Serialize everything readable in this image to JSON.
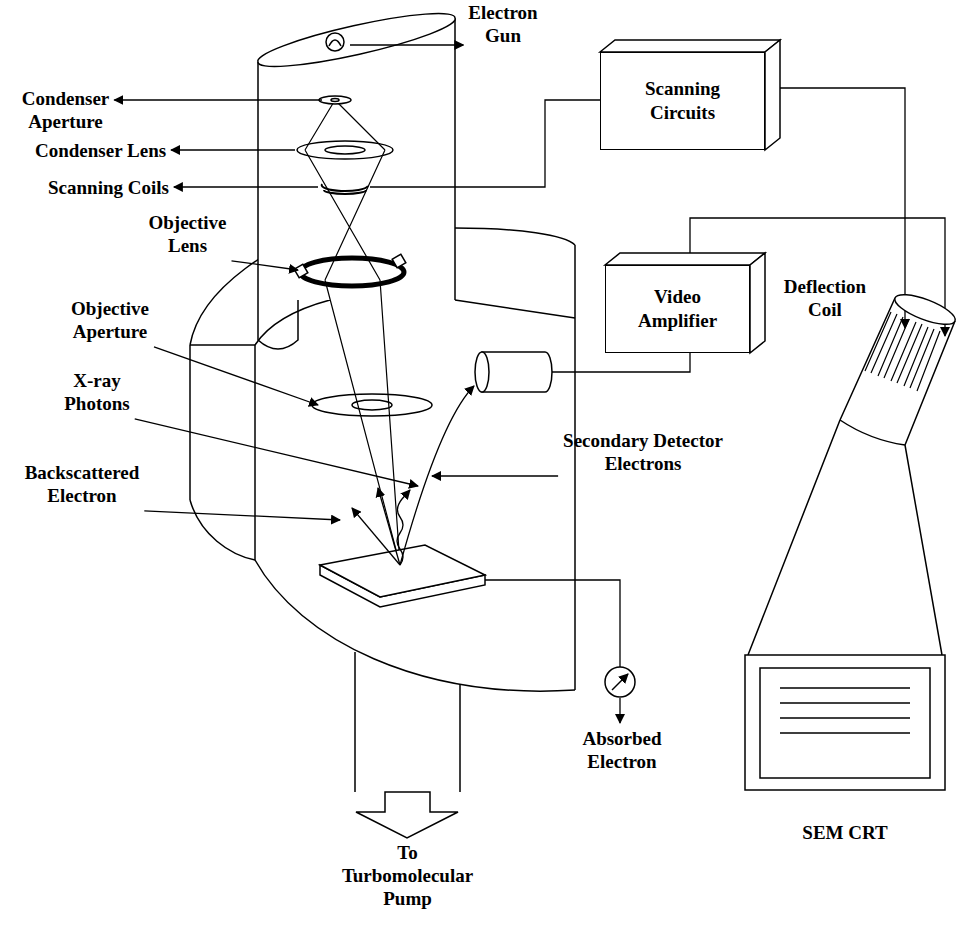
{
  "diagram": {
    "nodes": [
      {
        "text": [
          "Scanning Circuits"
        ]
      },
      {
        "text": [
          "Video Amplifier"
        ]
      }
    ],
    "labels": [
      "Electron Gun",
      "Condenser Aperture",
      "Condenser Lens",
      "Scanning Coils",
      "Objective Lens",
      "Deflection Coil",
      "Objective Aperture",
      "X-ray Photons",
      "Backscattered Electron",
      "Secondary Detector Electrons",
      "Absorbed Electron",
      "SEM CRT",
      "To Turbomolecular Pump"
    ]
  }
}
